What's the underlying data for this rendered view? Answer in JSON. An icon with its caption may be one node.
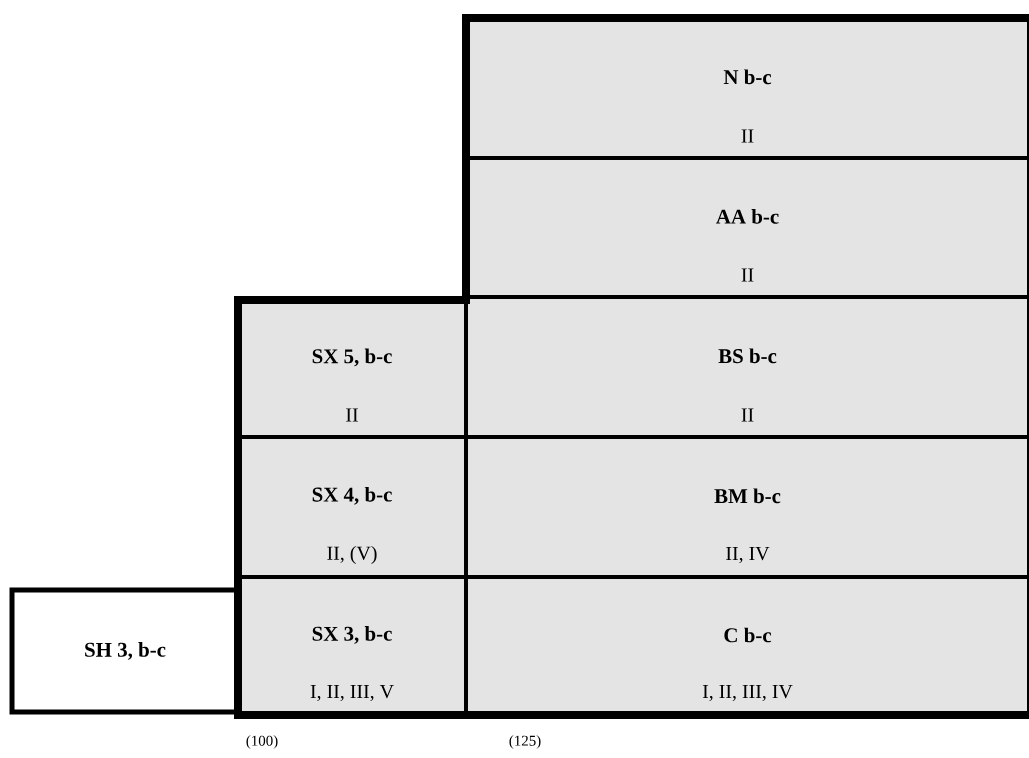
{
  "diagram": {
    "nodes": [
      {
        "text": [
          "N b-c",
          "II"
        ]
      },
      {
        "text": [
          "AA b-c",
          "II"
        ]
      },
      {
        "text": [
          "SX 5, b-c",
          "II"
        ]
      },
      {
        "text": [
          "BS b-c",
          "II"
        ]
      },
      {
        "text": [
          "SX 4, b-c",
          "II, (V)"
        ]
      },
      {
        "text": [
          "BM b-c",
          "II, IV"
        ]
      },
      {
        "text": [
          "SH 3, b-c"
        ]
      },
      {
        "text": [
          "SX 3, b-c",
          "I, II, III, V"
        ]
      },
      {
        "text": [
          "C b-c",
          "I, II, III, IV"
        ]
      }
    ],
    "labels": [
      "(100)",
      "(125)"
    ]
  }
}
